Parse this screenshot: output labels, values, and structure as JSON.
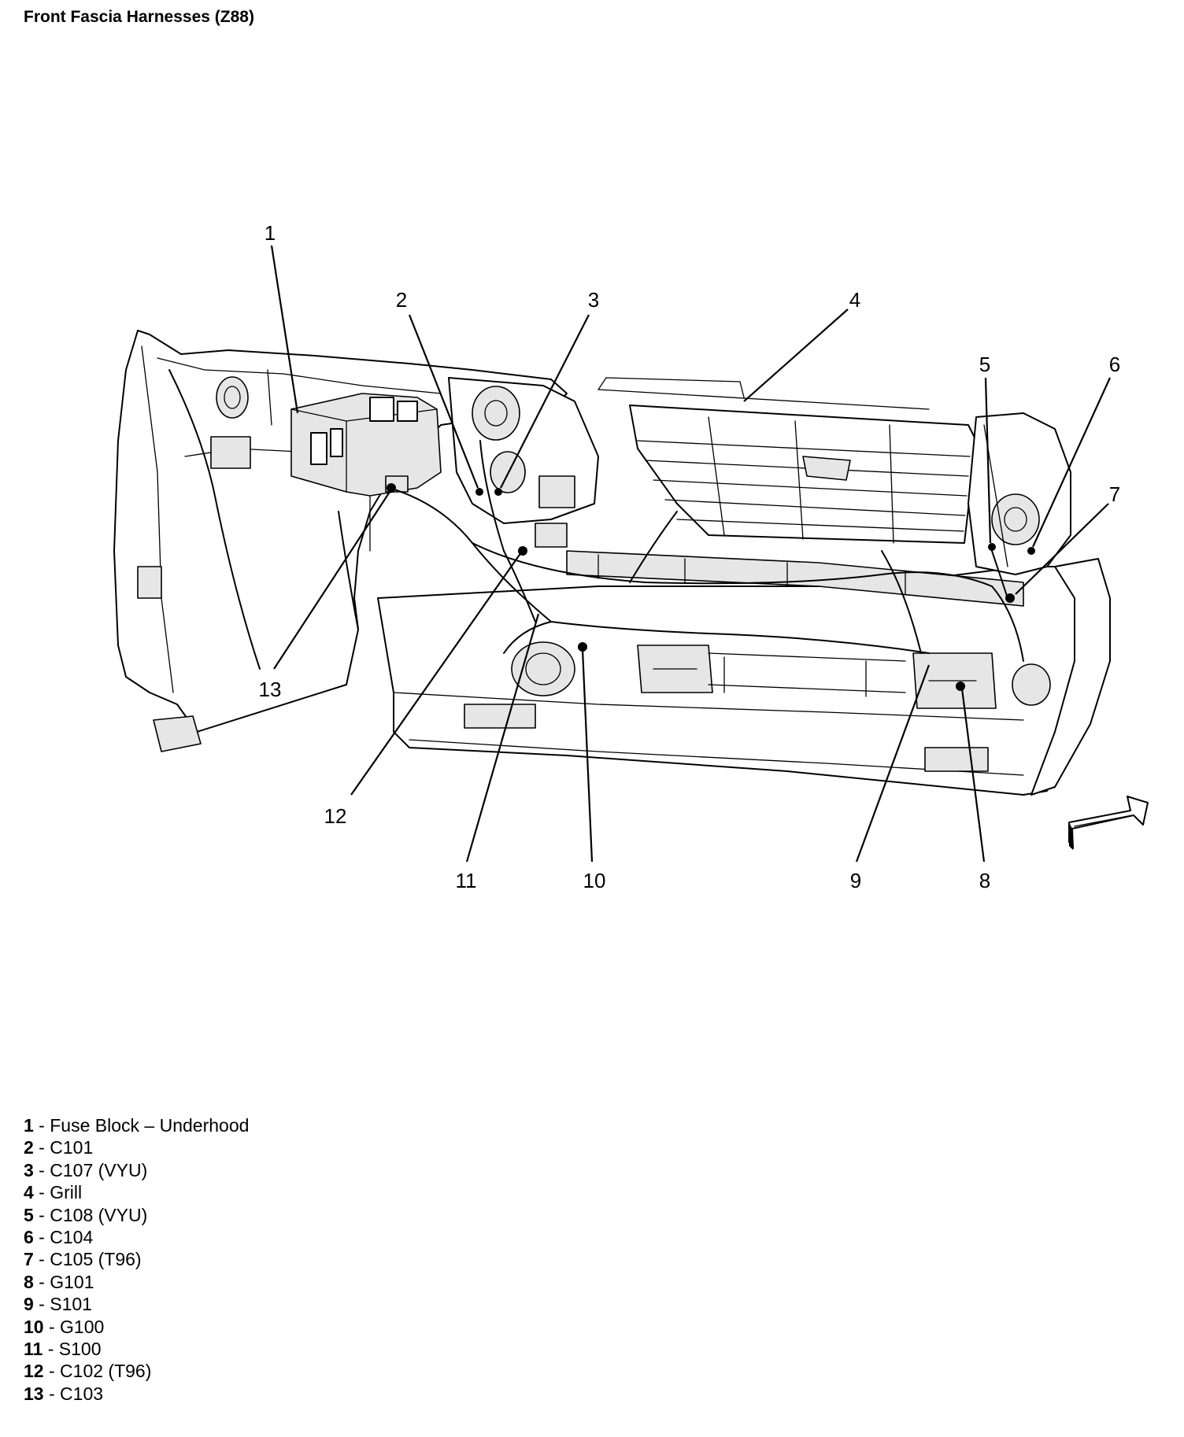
{
  "title": "Front Fascia Harnesses (Z88)",
  "diagram": {
    "callout_numbers": [
      "1",
      "2",
      "3",
      "4",
      "5",
      "6",
      "7",
      "8",
      "9",
      "10",
      "11",
      "12",
      "13"
    ]
  },
  "legend": [
    {
      "num": "1",
      "label": "Fuse Block – Underhood"
    },
    {
      "num": "2",
      "label": "C101"
    },
    {
      "num": "3",
      "label": "C107 (VYU)"
    },
    {
      "num": "4",
      "label": "Grill"
    },
    {
      "num": "5",
      "label": "C108 (VYU)"
    },
    {
      "num": "6",
      "label": "C104"
    },
    {
      "num": "7",
      "label": "C105 (T96)"
    },
    {
      "num": "8",
      "label": "G101"
    },
    {
      "num": "9",
      "label": "S101"
    },
    {
      "num": "10",
      "label": "G100"
    },
    {
      "num": "11",
      "label": "S100"
    },
    {
      "num": "12",
      "label": "C102 (T96)"
    },
    {
      "num": "13",
      "label": "C103"
    }
  ],
  "legend_separator": " - "
}
